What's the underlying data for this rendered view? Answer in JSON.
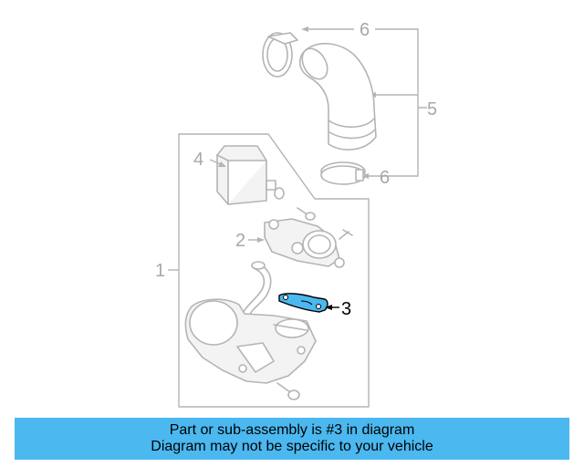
{
  "diagram": {
    "callouts": {
      "c1": "1",
      "c2": "2",
      "c3": "3",
      "c4": "4",
      "c5": "5",
      "c6_top": "6",
      "c6_bottom": "6"
    },
    "highlighted_part": "3",
    "colors": {
      "highlight": "#4bb8f0",
      "linework": "#b4b4b4",
      "callout_inactive": "#a8a8a8"
    }
  },
  "banner": {
    "line1": "Part or sub-assembly is #3 in diagram",
    "line2": "Diagram may not be specific to your vehicle",
    "color": "#4bb8f0"
  }
}
